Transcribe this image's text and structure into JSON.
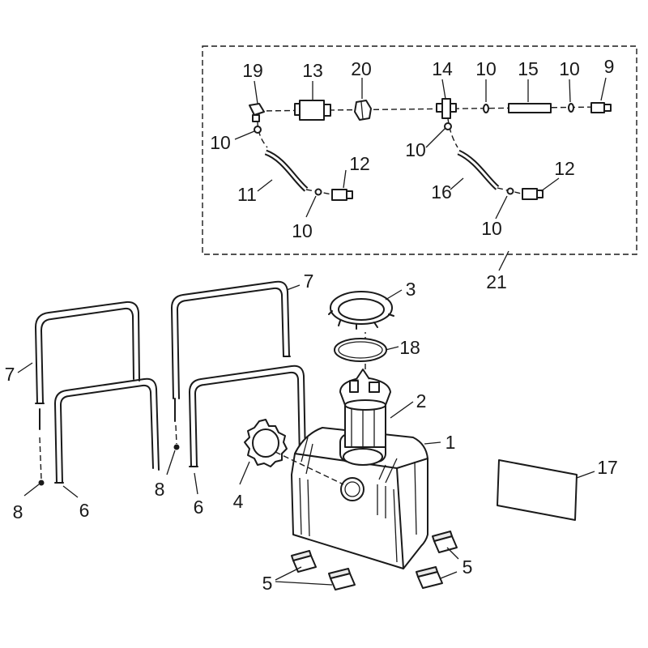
{
  "callouts": {
    "c1": "1",
    "c2": "2",
    "c3": "3",
    "c4": "4",
    "c5a": "5",
    "c5b": "5",
    "c6a": "6",
    "c6b": "6",
    "c7a": "7",
    "c7b": "7",
    "c8a": "8",
    "c8b": "8",
    "c9": "9",
    "c10a": "10",
    "c10b": "10",
    "c10c": "10",
    "c10d": "10",
    "c10e": "10",
    "c10f": "10",
    "c11": "11",
    "c12a": "12",
    "c12b": "12",
    "c13": "13",
    "c14": "14",
    "c15": "15",
    "c16": "16",
    "c17": "17",
    "c18": "18",
    "c19": "19",
    "c20": "20",
    "c21": "21"
  },
  "colors": {
    "line": "#1a1a1a",
    "background": "#ffffff"
  }
}
